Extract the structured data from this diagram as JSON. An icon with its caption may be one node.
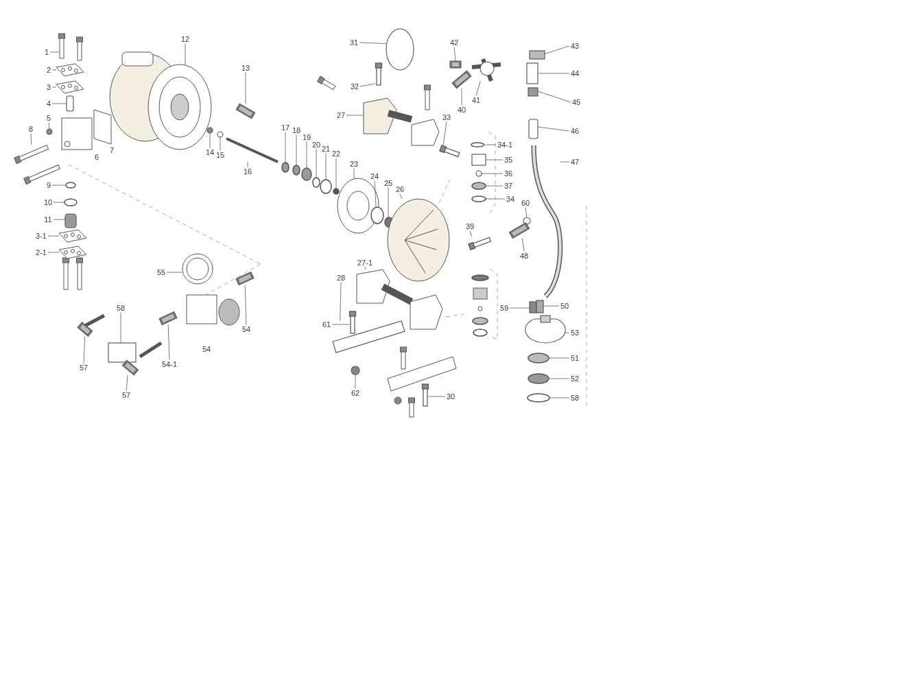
{
  "diagram": {
    "nodes": [
      {
        "text": [
          "1"
        ]
      },
      {
        "text": [
          "2"
        ]
      },
      {
        "text": [
          "3"
        ]
      },
      {
        "text": [
          "4"
        ]
      },
      {
        "text": [
          "5"
        ]
      },
      {
        "text": [
          "8"
        ]
      },
      {
        "text": [
          "9"
        ]
      },
      {
        "text": [
          "10"
        ]
      },
      {
        "text": [
          "11"
        ]
      },
      {
        "text": [
          "3-1"
        ]
      },
      {
        "text": [
          "2-1"
        ]
      },
      {
        "text": [
          "12"
        ]
      },
      {
        "text": [
          "13"
        ]
      },
      {
        "text": [
          "14"
        ]
      },
      {
        "text": [
          "15"
        ]
      },
      {
        "text": [
          "16"
        ]
      },
      {
        "text": [
          "17"
        ]
      },
      {
        "text": [
          "18"
        ]
      },
      {
        "text": [
          "19"
        ]
      },
      {
        "text": [
          "20"
        ]
      },
      {
        "text": [
          "21"
        ]
      },
      {
        "text": [
          "22"
        ]
      },
      {
        "text": [
          "23"
        ]
      },
      {
        "text": [
          "24"
        ]
      },
      {
        "text": [
          "25"
        ]
      },
      {
        "text": [
          "26"
        ]
      },
      {
        "text": [
          "27"
        ]
      },
      {
        "text": [
          "31"
        ]
      },
      {
        "text": [
          "32"
        ]
      },
      {
        "text": [
          "33"
        ]
      },
      {
        "text": [
          "40"
        ]
      },
      {
        "text": [
          "41"
        ]
      },
      {
        "text": [
          "42"
        ]
      },
      {
        "text": [
          "43"
        ]
      },
      {
        "text": [
          "44"
        ]
      },
      {
        "text": [
          "45"
        ]
      },
      {
        "text": [
          "46"
        ]
      },
      {
        "text": [
          "47"
        ]
      },
      {
        "text": [
          "34-1"
        ]
      },
      {
        "text": [
          "35"
        ]
      },
      {
        "text": [
          "36"
        ]
      },
      {
        "text": [
          "37"
        ]
      },
      {
        "text": [
          "34"
        ]
      },
      {
        "text": [
          "60"
        ]
      },
      {
        "text": [
          "39"
        ]
      },
      {
        "text": [
          "48"
        ]
      },
      {
        "text": [
          "27-1"
        ]
      },
      {
        "text": [
          "28"
        ]
      },
      {
        "text": [
          "61"
        ]
      },
      {
        "text": [
          "62"
        ]
      },
      {
        "text": [
          "30"
        ]
      },
      {
        "text": [
          "59"
        ]
      },
      {
        "text": [
          "50"
        ]
      },
      {
        "text": [
          "53"
        ]
      },
      {
        "text": [
          "51"
        ]
      },
      {
        "text": [
          "52"
        ]
      },
      {
        "text": [
          "58"
        ]
      },
      {
        "text": [
          "55"
        ]
      },
      {
        "text": [
          "54"
        ]
      },
      {
        "text": [
          "54-1"
        ]
      },
      {
        "text": [
          "58"
        ]
      },
      {
        "text": [
          "57"
        ]
      },
      {
        "text": [
          "57"
        ]
      },
      {
        "text": [],
        "shape": "picture"
      },
      {
        "text": [],
        "shape": "picture"
      },
      {
        "text": [],
        "shape": "picture"
      },
      {
        "text": [],
        "shape": "box"
      },
      {
        "text": [],
        "shape": "circle"
      },
      {
        "text": [],
        "shape": "picture"
      },
      {
        "text": [],
        "shape": "circle"
      },
      {
        "text": [],
        "shape": "circle"
      },
      {
        "text": [],
        "shape": "box"
      },
      {
        "text": [],
        "shape": "picture"
      },
      {
        "text": [],
        "shape": "picture"
      },
      {
        "text": [],
        "shape": "picture"
      },
      {
        "text": [],
        "shape": "picture"
      },
      {
        "text": [],
        "shape": "circle"
      },
      {
        "text": [],
        "shape": "circle"
      },
      {
        "text": [],
        "shape": "bar"
      },
      {
        "text": [],
        "shape": "circle"
      },
      {
        "text": [],
        "shape": "circle"
      },
      {
        "text": [],
        "shape": "circle"
      },
      {
        "text": [],
        "shape": "circle"
      },
      {
        "text": [],
        "shape": "circle"
      },
      {
        "text": [],
        "shape": "circle"
      },
      {
        "text": [],
        "shape": "picture"
      },
      {
        "text": [],
        "shape": "circle"
      },
      {
        "text": [],
        "shape": "circle"
      },
      {
        "text": [],
        "shape": "picture"
      },
      {
        "text": [],
        "shape": "picture"
      },
      {
        "text": [],
        "shape": "circle"
      },
      {
        "text": [],
        "shape": "bar"
      },
      {
        "text": [],
        "shape": "bar"
      },
      {
        "text": [],
        "shape": "picture"
      },
      {
        "text": [],
        "shape": "circle"
      },
      {
        "text": [],
        "shape": "picture"
      },
      {
        "text": [],
        "shape": "box"
      },
      {
        "text": [],
        "shape": "box"
      },
      {
        "text": [],
        "shape": "box"
      },
      {
        "text": [],
        "shape": "box"
      },
      {
        "text": [],
        "shape": "picture"
      },
      {
        "text": [],
        "shape": "circle"
      },
      {
        "text": [],
        "shape": "box"
      },
      {
        "text": [],
        "shape": "circle"
      },
      {
        "text": [],
        "shape": "circle"
      },
      {
        "text": [],
        "shape": "circle"
      },
      {
        "text": [],
        "shape": "circle"
      },
      {
        "text": [],
        "shape": "bar"
      },
      {
        "text": [],
        "shape": "picture"
      },
      {
        "text": [],
        "shape": "picture"
      },
      {
        "text": [],
        "shape": "box"
      },
      {
        "text": [],
        "shape": "bar"
      },
      {
        "text": [],
        "shape": "circle"
      },
      {
        "text": [],
        "shape": "bar"
      },
      {
        "text": [],
        "shape": "box"
      },
      {
        "text": [],
        "shape": "box"
      },
      {
        "text": [],
        "shape": "circle"
      },
      {
        "text": [],
        "shape": "circle"
      },
      {
        "text": [],
        "shape": "circle"
      },
      {
        "text": [],
        "shape": "circle"
      },
      {
        "text": [],
        "shape": "picture"
      },
      {
        "text": [],
        "shape": "picture"
      },
      {
        "text": [],
        "shape": "picture"
      },
      {
        "text": [],
        "shape": "box"
      },
      {
        "text": [],
        "shape": "picture"
      },
      {
        "text": [],
        "shape": "picture"
      }
    ],
    "edges": [
      {
        "from": 0,
        "to": 63,
        "arrow": "none"
      },
      {
        "from": 1,
        "to": 64,
        "arrow": "none"
      },
      {
        "from": 2,
        "to": 65,
        "arrow": "none"
      },
      {
        "from": 3,
        "to": 66,
        "arrow": "none"
      },
      {
        "from": 4,
        "to": 67,
        "arrow": "none"
      },
      {
        "from": 5,
        "to": 68,
        "arrow": "none"
      },
      {
        "from": 6,
        "to": 69,
        "arrow": "none"
      },
      {
        "from": 7,
        "to": 70,
        "arrow": "none"
      },
      {
        "from": 8,
        "to": 71,
        "arrow": "none"
      },
      {
        "from": 9,
        "to": 72,
        "arrow": "none"
      },
      {
        "from": 10,
        "to": 73,
        "arrow": "none"
      },
      {
        "from": 11,
        "to": 74,
        "arrow": "none"
      },
      {
        "from": 12,
        "to": 75,
        "arrow": "none"
      },
      {
        "from": 13,
        "to": 76,
        "arrow": "none"
      },
      {
        "from": 14,
        "to": 77,
        "arrow": "none"
      },
      {
        "from": 15,
        "to": 78,
        "arrow": "none"
      },
      {
        "from": 16,
        "to": 79,
        "arrow": "none"
      },
      {
        "from": 17,
        "to": 80,
        "arrow": "none"
      },
      {
        "from": 18,
        "to": 81,
        "arrow": "none"
      },
      {
        "from": 19,
        "to": 82,
        "arrow": "none"
      },
      {
        "from": 20,
        "to": 83,
        "arrow": "none"
      },
      {
        "from": 21,
        "to": 84,
        "arrow": "none"
      },
      {
        "from": 22,
        "to": 85,
        "arrow": "none"
      },
      {
        "from": 23,
        "to": 86,
        "arrow": "none"
      },
      {
        "from": 24,
        "to": 87,
        "arrow": "none"
      },
      {
        "from": 25,
        "to": 88,
        "arrow": "none"
      },
      {
        "from": 26,
        "to": 89,
        "arrow": "none"
      },
      {
        "from": 27,
        "to": 90,
        "arrow": "none"
      },
      {
        "from": 28,
        "to": 91,
        "arrow": "none"
      },
      {
        "from": 29,
        "to": 92,
        "arrow": "none"
      },
      {
        "from": 30,
        "to": 93,
        "arrow": "none"
      },
      {
        "from": 31,
        "to": 94,
        "arrow": "none"
      },
      {
        "from": 32,
        "to": 95,
        "arrow": "none"
      },
      {
        "from": 33,
        "to": 96,
        "arrow": "none"
      },
      {
        "from": 34,
        "to": 97,
        "arrow": "none"
      },
      {
        "from": 35,
        "to": 98,
        "arrow": "none"
      },
      {
        "from": 36,
        "to": 99,
        "arrow": "none"
      },
      {
        "from": 37,
        "to": 100,
        "arrow": "none"
      },
      {
        "from": 38,
        "to": 101,
        "arrow": "none"
      },
      {
        "from": 39,
        "to": 102,
        "arrow": "none"
      },
      {
        "from": 40,
        "to": 103,
        "arrow": "none"
      },
      {
        "from": 41,
        "to": 104,
        "arrow": "none"
      },
      {
        "from": 42,
        "to": 105,
        "arrow": "none"
      },
      {
        "from": 43,
        "to": 106,
        "arrow": "none"
      },
      {
        "from": 44,
        "to": 107,
        "arrow": "none"
      },
      {
        "from": 45,
        "to": 108,
        "arrow": "none"
      },
      {
        "from": 46,
        "to": 109,
        "arrow": "none"
      },
      {
        "from": 47,
        "to": 110,
        "arrow": "none"
      },
      {
        "from": 48,
        "to": 111,
        "arrow": "none"
      },
      {
        "from": 49,
        "to": 112,
        "arrow": "none"
      },
      {
        "from": 50,
        "to": 113,
        "arrow": "none"
      },
      {
        "from": 51,
        "to": 114,
        "arrow": "none"
      },
      {
        "from": 52,
        "to": 115,
        "arrow": "none"
      },
      {
        "from": 53,
        "to": 116,
        "arrow": "none"
      },
      {
        "from": 54,
        "to": 117,
        "arrow": "none"
      },
      {
        "from": 55,
        "to": 118,
        "arrow": "none"
      },
      {
        "from": 56,
        "to": 119,
        "arrow": "none"
      },
      {
        "from": 57,
        "to": 120,
        "arrow": "none"
      },
      {
        "from": 58,
        "to": 121,
        "arrow": "none"
      },
      {
        "from": 59,
        "to": 122,
        "arrow": "none"
      },
      {
        "from": 60,
        "to": 123,
        "arrow": "none"
      },
      {
        "from": 61,
        "to": 124,
        "arrow": "none"
      },
      {
        "from": 62,
        "to": 125,
        "arrow": "none"
      }
    ],
    "labels": [
      "6",
      "7",
      "54"
    ]
  }
}
